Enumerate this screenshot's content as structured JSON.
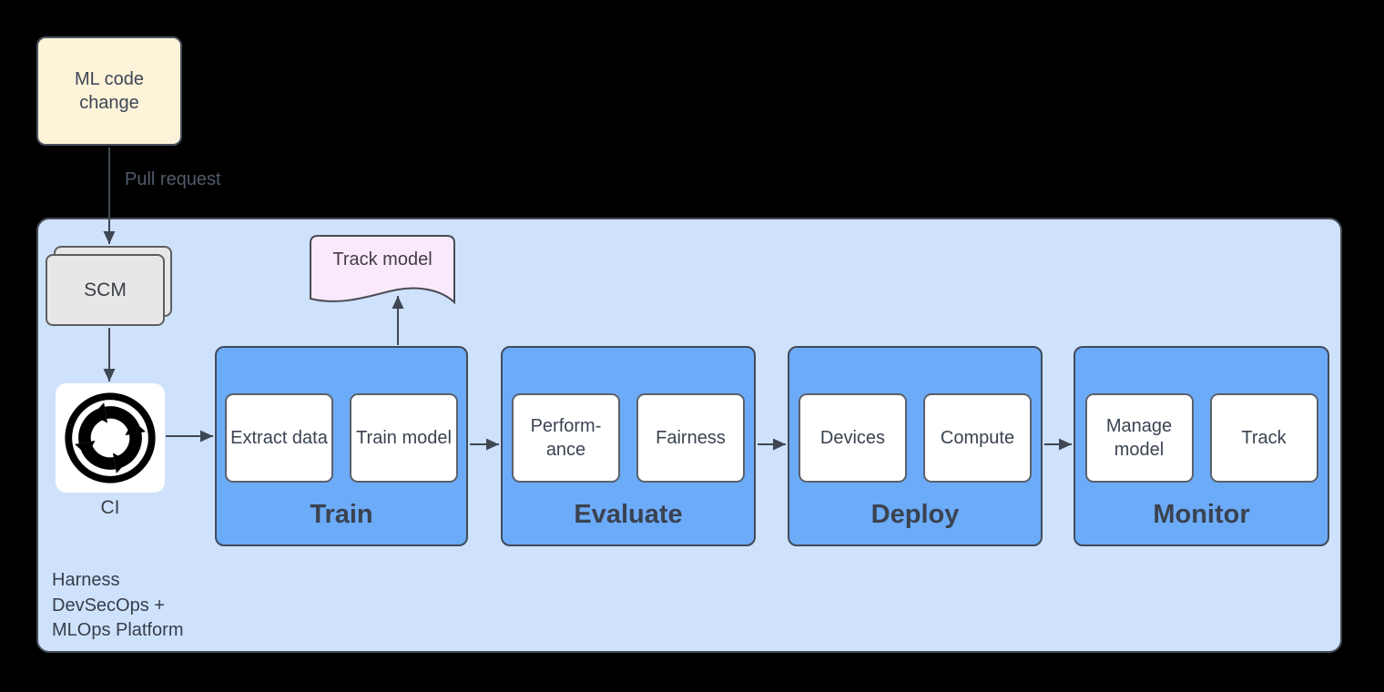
{
  "diagram": {
    "trigger_label": "ML code change",
    "pull_request_label": "Pull request",
    "scm_label": "SCM",
    "ci_label": "CI",
    "track_model_label": "Track model",
    "platform_label": "Harness\nDevSecOps +\nMLOps Platform",
    "stages": [
      {
        "title": "Train",
        "steps": [
          "Extract data",
          "Train model"
        ]
      },
      {
        "title": "Evaluate",
        "steps": [
          "Perform-ance",
          "Fairness"
        ]
      },
      {
        "title": "Deploy",
        "steps": [
          "Devices",
          "Compute"
        ]
      },
      {
        "title": "Monitor",
        "steps": [
          "Manage model",
          "Track"
        ]
      }
    ],
    "colors": {
      "canvas_background": "#000000",
      "trigger_fill": "#fcf3d9",
      "platform_fill": "#cfe2fc",
      "stage_fill": "#6cabf8",
      "scm_fill": "#e7e7e7",
      "document_fill": "#fae9fa",
      "connector": "#3f4754"
    }
  }
}
